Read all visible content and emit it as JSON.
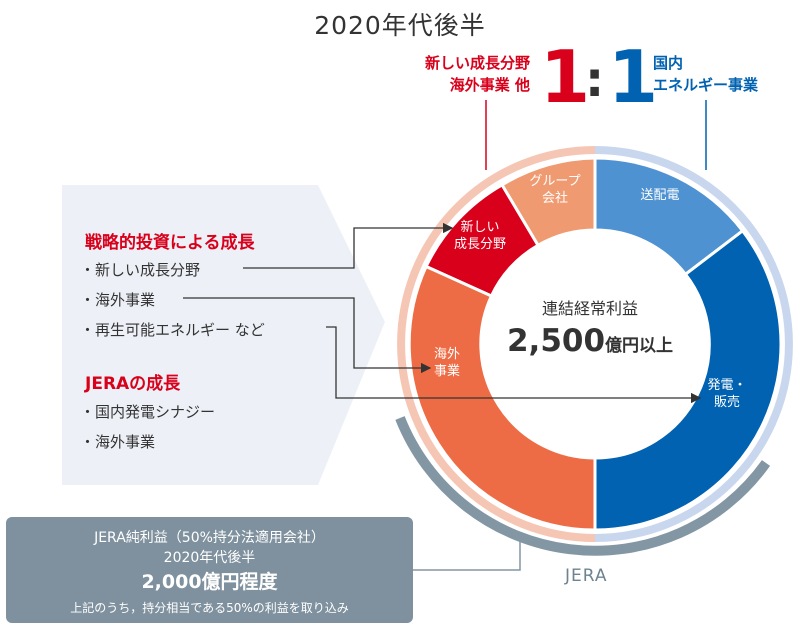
{
  "header": {
    "title": "2020年代後半",
    "new_business_lines": [
      "新しい成長分野",
      "海外事業 他"
    ],
    "domestic_lines": [
      "国内",
      "エネルギー事業"
    ],
    "ratio_left": "1",
    "ratio_colon": ":",
    "ratio_right": "1"
  },
  "panel": {
    "strategic_heading": "戦略的投資による成長",
    "strategic_items": [
      "・新しい成長分野",
      "・海外事業",
      "・再生可能エネルギー など"
    ],
    "jera_heading": "JERAの成長",
    "jera_items": [
      "・国内発電シナジー",
      "・海外事業"
    ]
  },
  "donut": {
    "segments": [
      {
        "label": "グループ会社",
        "lines": [
          "グループ",
          "会社"
        ],
        "color": "#ef9a70"
      },
      {
        "label": "新しい成長分野",
        "lines": [
          "新しい",
          "成長分野"
        ],
        "color": "#d9001b"
      },
      {
        "label": "海外事業",
        "lines": [
          "海外",
          "事業"
        ],
        "color": "#ee6c45"
      },
      {
        "label": "送配電",
        "lines": [
          "送配電"
        ],
        "color": "#4f92d2"
      },
      {
        "label": "発電・販売",
        "lines": [
          "発電・",
          "販売"
        ],
        "color": "#0062b1"
      }
    ],
    "center_title": "連結経常利益",
    "center_number": "2,500",
    "center_unit": "億円以上",
    "jera_ring_label": "JERA"
  },
  "net_box": {
    "title": "JERA純利益（50%持分法適用会社）",
    "period": "2020年代後半",
    "value": "2,000億円程度",
    "note": "上記のうち，持分相当である50%の利益を取り込み"
  },
  "colors": {
    "red": "#d9001b",
    "blue": "#0062b1",
    "light_red_ring": "#f5c6b4",
    "light_blue_ring": "#c9d7ee",
    "jera_ring": "#8296a3"
  }
}
